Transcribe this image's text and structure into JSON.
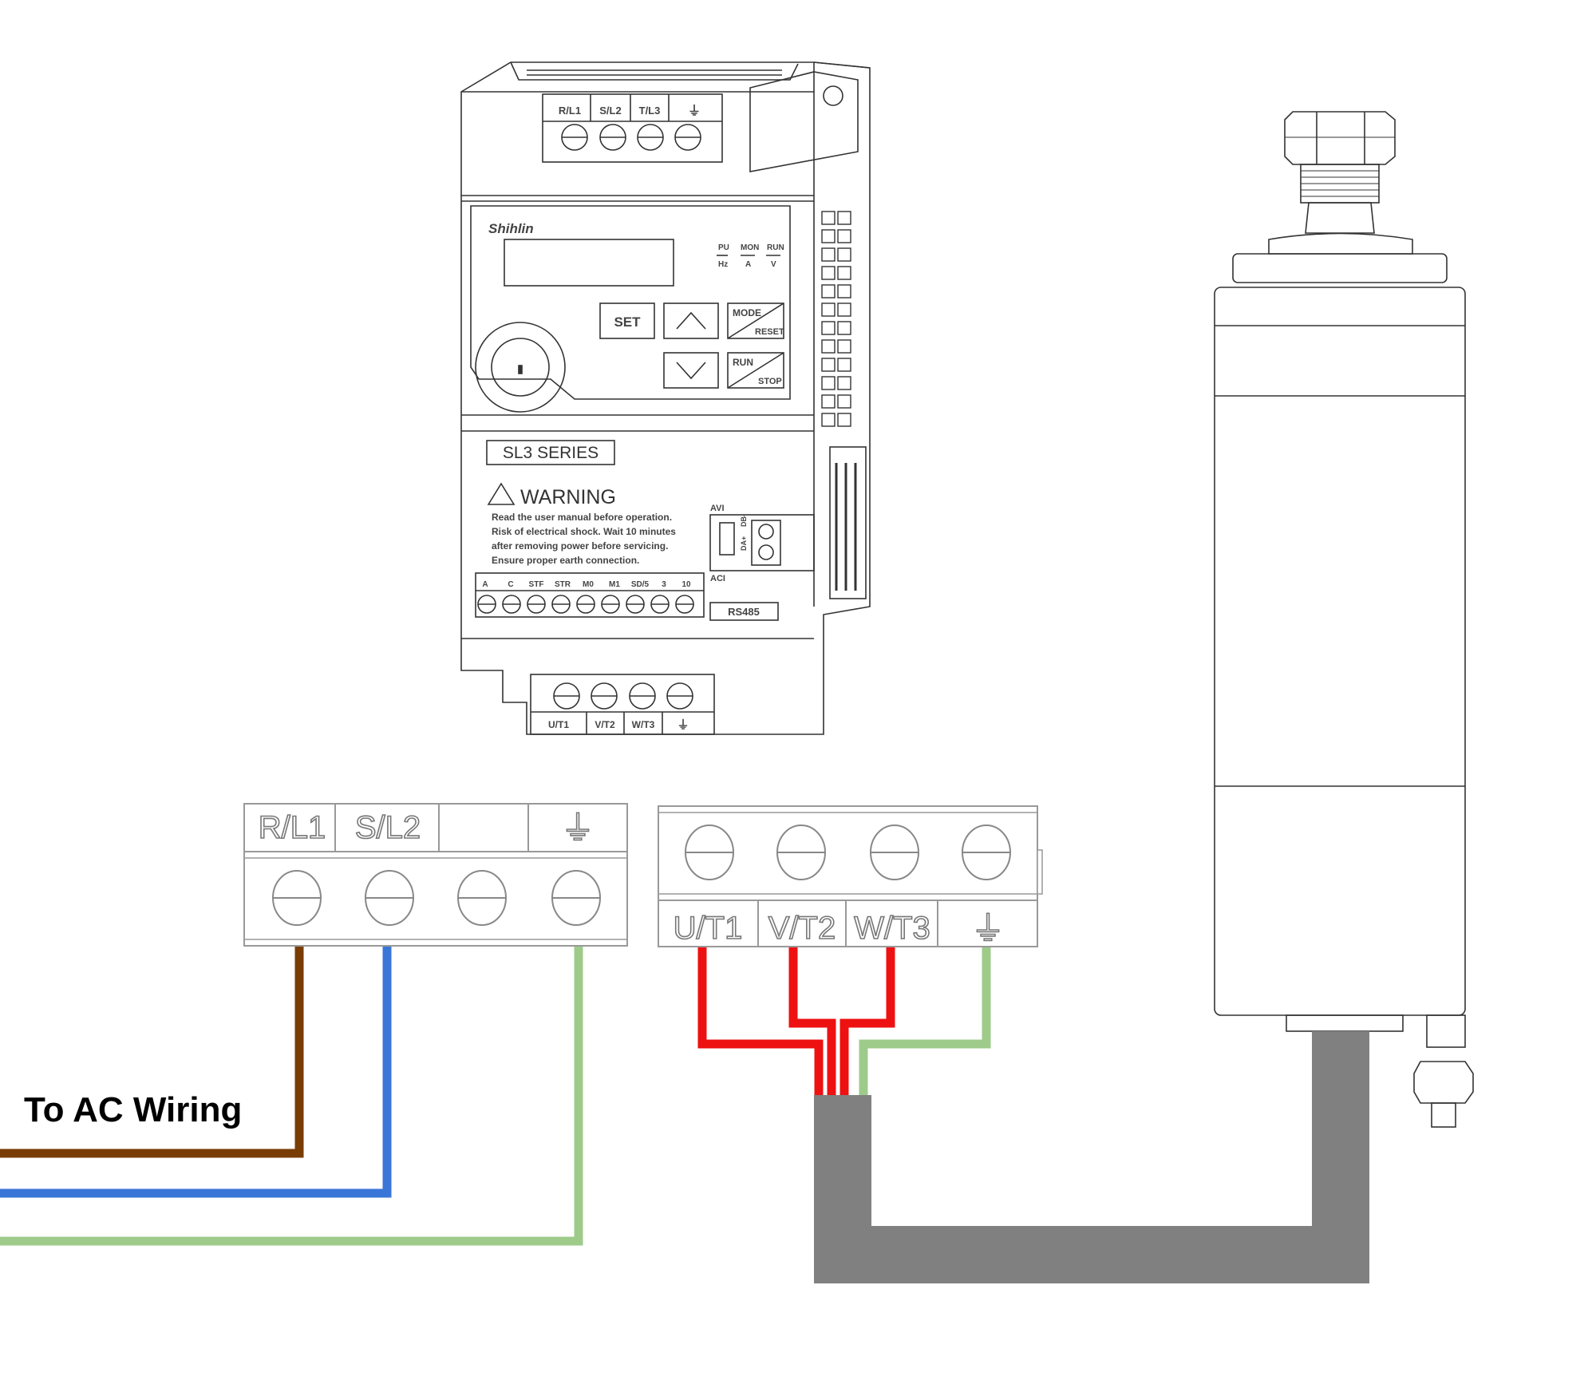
{
  "caption": "To AC Wiring",
  "vfd": {
    "brand": "Shihlin",
    "series": "SL3 SERIES",
    "input_terminals": [
      "R/L1",
      "S/L2",
      "T/L3"
    ],
    "output_terminals": [
      "U/T1",
      "V/T2",
      "W/T3"
    ],
    "ground_symbol": "⏚",
    "indicators_top": [
      "PU",
      "MON",
      "RUN"
    ],
    "indicators_bottom": [
      "Hz",
      "A",
      "V"
    ],
    "keys": {
      "set": "SET",
      "up": "Λ",
      "down": "V",
      "mode": "MODE",
      "reset": "RESET",
      "run": "RUN",
      "stop": "STOP"
    },
    "warning_title": "WARNING",
    "warning_lines": [
      "Read the user manual before operation.",
      "Risk of electrical shock. Wait 10 minutes",
      "after removing power before servicing.",
      "Ensure proper earth connection."
    ],
    "control_terminals": [
      "A",
      "C",
      "STF",
      "STR",
      "M0",
      "M1",
      "SD/5",
      "3",
      "10"
    ],
    "avi": "AVI",
    "aci": "ACI",
    "da_plus": "DA+",
    "db_minus": "DB-",
    "rs485": "RS485"
  },
  "input_block": {
    "labels": [
      "R/L1",
      "S/L2",
      "",
      "⏚"
    ]
  },
  "output_block": {
    "labels": [
      "U/T1",
      "V/T2",
      "W/T3",
      "⏚"
    ]
  },
  "wire_colors": {
    "brown": "#7a3c05",
    "blue": "#3a76d8",
    "green": "#9ecb8a",
    "red": "#ee1111",
    "cable": "#808080"
  }
}
